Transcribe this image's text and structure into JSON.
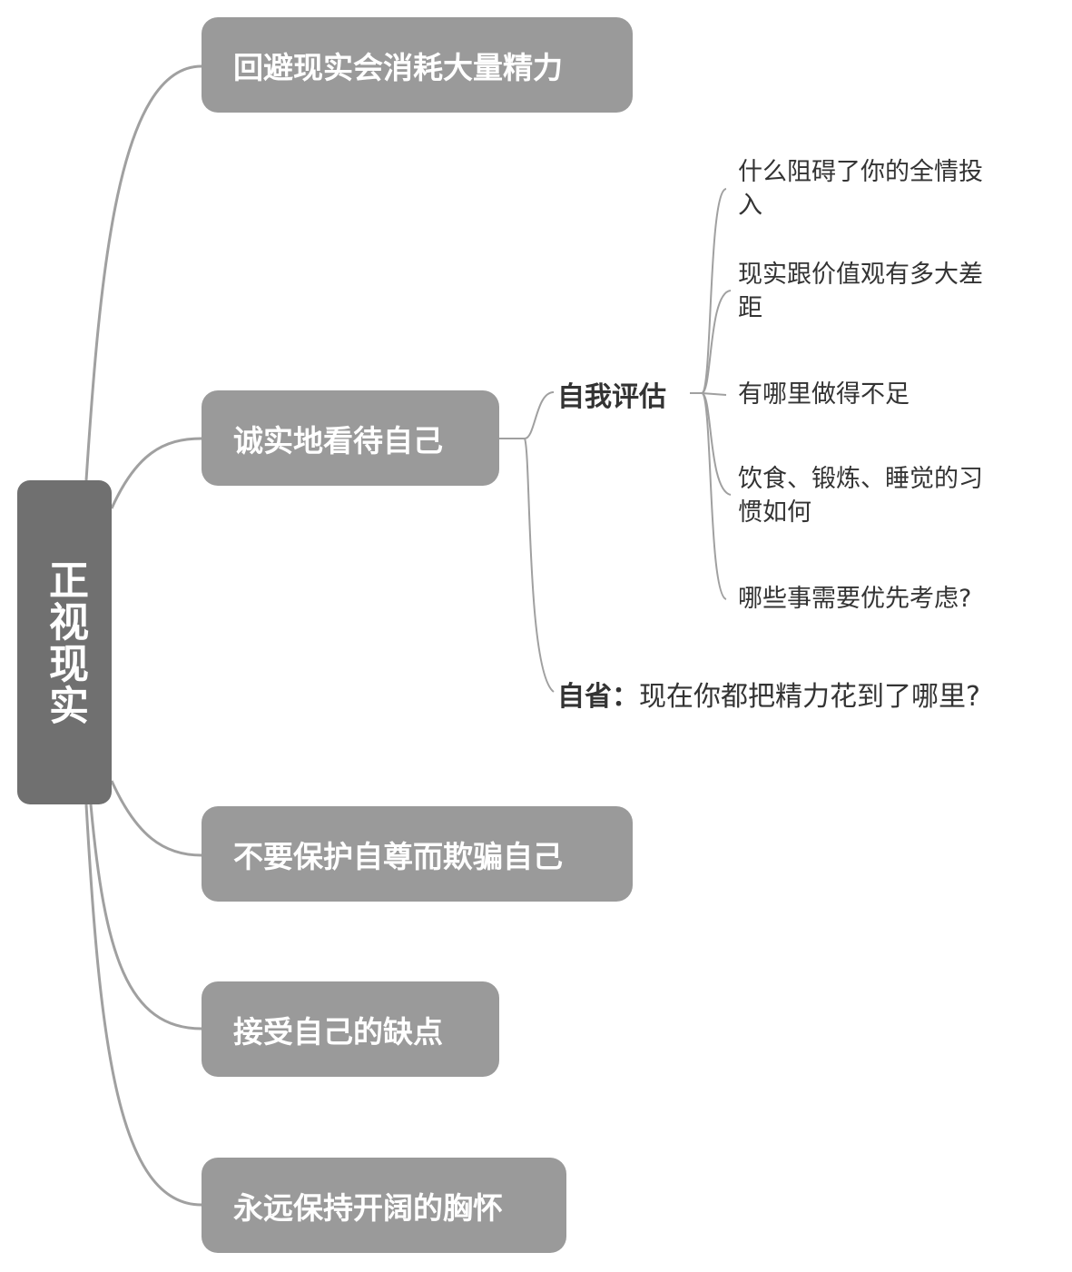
{
  "root": {
    "label": "正视现实"
  },
  "branches": [
    {
      "label": "回避现实会消耗大量精力"
    },
    {
      "label": "诚实地看待自己"
    },
    {
      "label": "不要保护自尊而欺骗自己"
    },
    {
      "label": "接受自己的缺点"
    },
    {
      "label": "永远保持开阔的胸怀"
    }
  ],
  "self_assessment": {
    "label": "自我评估",
    "items": [
      "什么阻碍了你的全情投入",
      "现实跟价值观有多大差距",
      "有哪里做得不足",
      "饮食、锻炼、睡觉的习惯如何",
      "哪些事需要优先考虑?"
    ]
  },
  "introspection": {
    "label": "自省：",
    "text": "现在你都把精力花到了哪里?"
  },
  "colors": {
    "root": "#707070",
    "branch": "#9a9a9a",
    "line": "#a0a0a0"
  }
}
